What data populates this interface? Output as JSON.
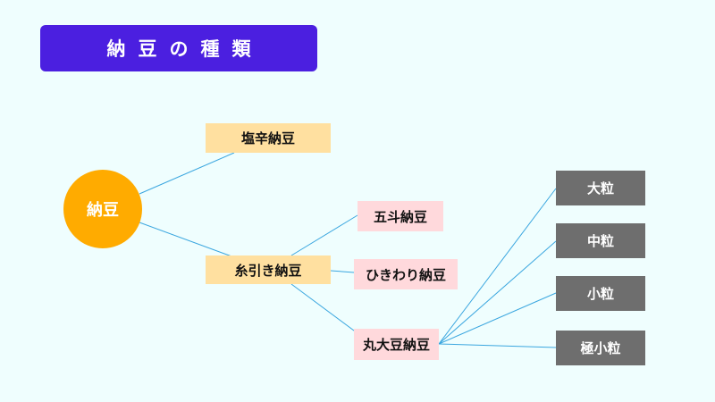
{
  "title": "納豆の種類",
  "root": {
    "label": "納豆"
  },
  "nodes": {
    "shiokara": "塩辛納豆",
    "itohiki": "糸引き納豆",
    "goto": "五斗納豆",
    "hikiwari": "ひきわり納豆",
    "marudaizu": "丸大豆納豆",
    "dairyu": "大粒",
    "chuuryu": "中粒",
    "shouryu": "小粒",
    "gokushouryu": "極小粒"
  },
  "colors": {
    "background": "#effefe",
    "title_bg": "#4b1fe0",
    "root": "#ffab00",
    "level1": "#ffe0a0",
    "level2": "#ffd9dc",
    "level3": "#6e6e6e",
    "connector": "#3aa6df"
  }
}
